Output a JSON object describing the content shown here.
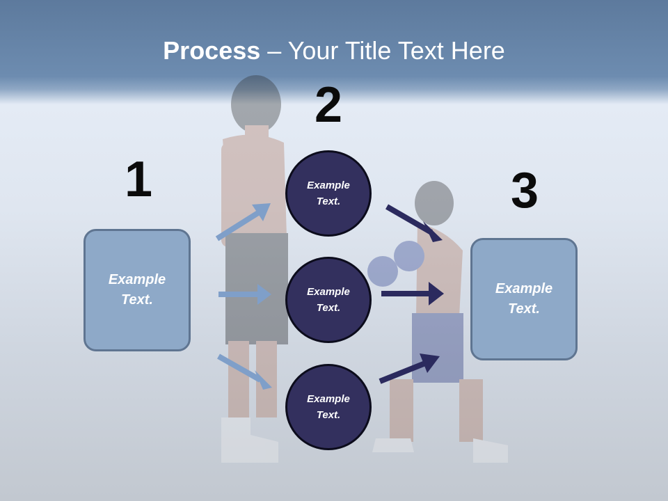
{
  "slide": {
    "title_bold": "Process",
    "title_rest": " – Your Title Text Here"
  },
  "steps": [
    {
      "number": "1",
      "label_line1": "Example",
      "label_line2": "Text."
    },
    {
      "number": "2",
      "label_line1": "Example",
      "label_line2": "Text."
    },
    {
      "number": "3",
      "label_line1": "Example",
      "label_line2": "Text."
    }
  ],
  "circles": [
    {
      "label_line1": "Example",
      "label_line2": "Text."
    },
    {
      "label_line1": "Example",
      "label_line2": "Text."
    },
    {
      "label_line1": "Example",
      "label_line2": "Text."
    }
  ],
  "colors": {
    "light_arrow": "#7f9fc9",
    "dark_arrow": "#2b2a5e",
    "circle_fill": "#33305e",
    "box_fill": "#8ea9c8"
  }
}
